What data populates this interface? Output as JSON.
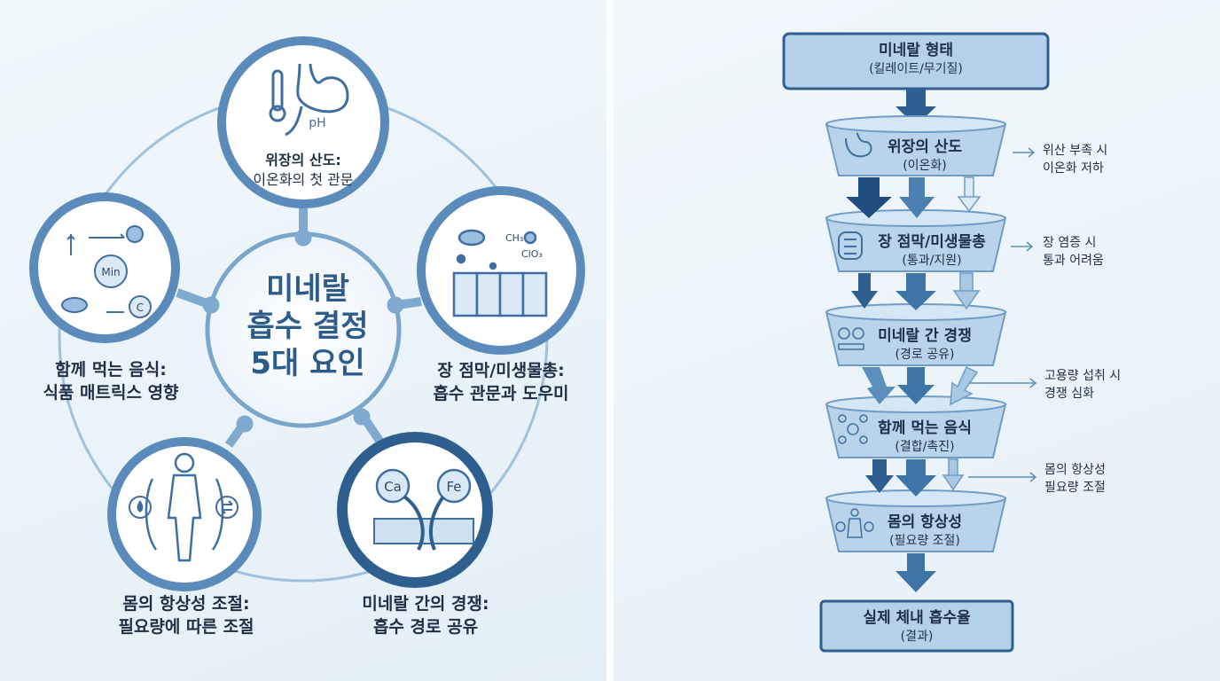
{
  "left": {
    "center": {
      "line1": "미네랄",
      "line2": "흡수 결정",
      "line3": "5대 요인"
    },
    "nodes": {
      "stomach": {
        "line1": "위장의 산도:",
        "line2": "이온화의 첫 관문",
        "icon_text": "pH"
      },
      "gut": {
        "line1": "장 점막/미생물총:",
        "line2": "흡수 관문과 도우미",
        "icon_text1": "CH₃",
        "icon_text2": "ClO₃"
      },
      "competition": {
        "line1": "미네랄 간의 경쟁:",
        "line2": "흡수 경로 공유",
        "icon_text1": "Ca",
        "icon_text2": "Fe"
      },
      "homeostasis": {
        "line1": "몸의 항상성 조절:",
        "line2": "필요량에 따른 조절"
      },
      "food": {
        "line1": "함께 먹는 음식:",
        "line2": "식품 매트릭스 영향",
        "icon_text1": "Min",
        "icon_text2": "C"
      }
    }
  },
  "right": {
    "top_box": {
      "title": "미네랄 형태",
      "sub": "(킬레이트/무기질)"
    },
    "stages": [
      {
        "title": "위장의 산도",
        "sub": "(이온화)"
      },
      {
        "title": "장 점막/미생물총",
        "sub": "(통과/지원)"
      },
      {
        "title": "미네랄 간 경쟁",
        "sub": "(경로 공유)"
      },
      {
        "title": "함께 먹는 음식",
        "sub": "(결합/촉진)"
      },
      {
        "title": "몸의 항상성",
        "sub": "(필요량 조절)"
      }
    ],
    "notes": [
      {
        "line1": "위산 부족 시",
        "line2": "이온화 저하"
      },
      {
        "line1": "장 염증 시",
        "line2": "통과 어려움"
      },
      {
        "line1": "고용량 섭취 시",
        "line2": "경쟁 심화"
      },
      {
        "line1": "몸의 항상성",
        "line2": "필요량 조절"
      }
    ],
    "bottom_box": {
      "title": "실제 체내 흡수율",
      "sub": "(결과)"
    }
  },
  "colors": {
    "primary": "#2d5c8a",
    "ring": "#6f9cc6",
    "arrow_dark": "#2e5f90",
    "arrow_mid": "#5b8dbd",
    "arrow_light": "#a9c8e3",
    "funnel_fill": "#b9d4ea",
    "box_fill": "#b5d1ea"
  }
}
